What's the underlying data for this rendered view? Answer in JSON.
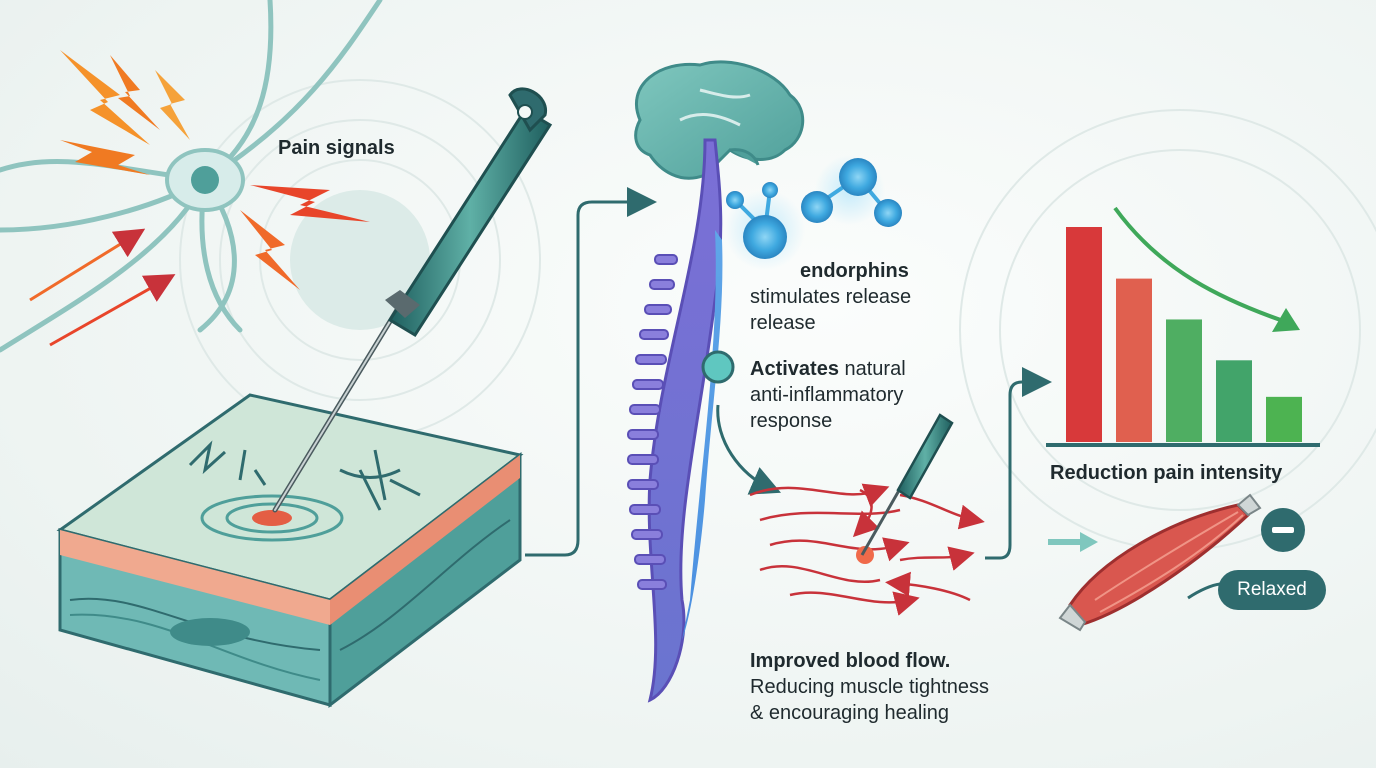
{
  "labels": {
    "pain_signals": "Pain signals",
    "endorphins_title": "endorphins",
    "endorphins_line1": "stimulates release",
    "endorphins_line2": "release",
    "activates_bold": "Activates",
    "activates_rest": " natural",
    "activates_line2": "anti-inflammatory",
    "activates_line3": "response",
    "blood_flow_title": "Improved blood flow.",
    "blood_flow_line1": "Reducing muscle tightness",
    "blood_flow_line2": "& encouraging healing",
    "reduction_title": "Reduction pain intensity",
    "relaxed_badge": "Relaxed"
  },
  "chart_data": {
    "type": "bar",
    "title": "Reduction pain intensity",
    "categories": [
      "",
      "",
      "",
      "",
      ""
    ],
    "values": [
      100,
      76,
      57,
      38,
      21
    ],
    "ylim": [
      0,
      100
    ],
    "colors": [
      "#d8393a",
      "#e0604f",
      "#4fae62",
      "#42a46a",
      "#4db351"
    ],
    "trend": "decreasing"
  },
  "colors": {
    "teal": "#2f6b6e",
    "skin": "#f0a98f",
    "tissue": "#6fb9b5",
    "spine": "#7d74d6",
    "endorphin": "#4fb9e8",
    "blood": "#c8323a",
    "pain": "#f06a2a"
  },
  "icons": {
    "minus": "minus-circle-icon",
    "lightning": "lightning-bolt-icon"
  }
}
